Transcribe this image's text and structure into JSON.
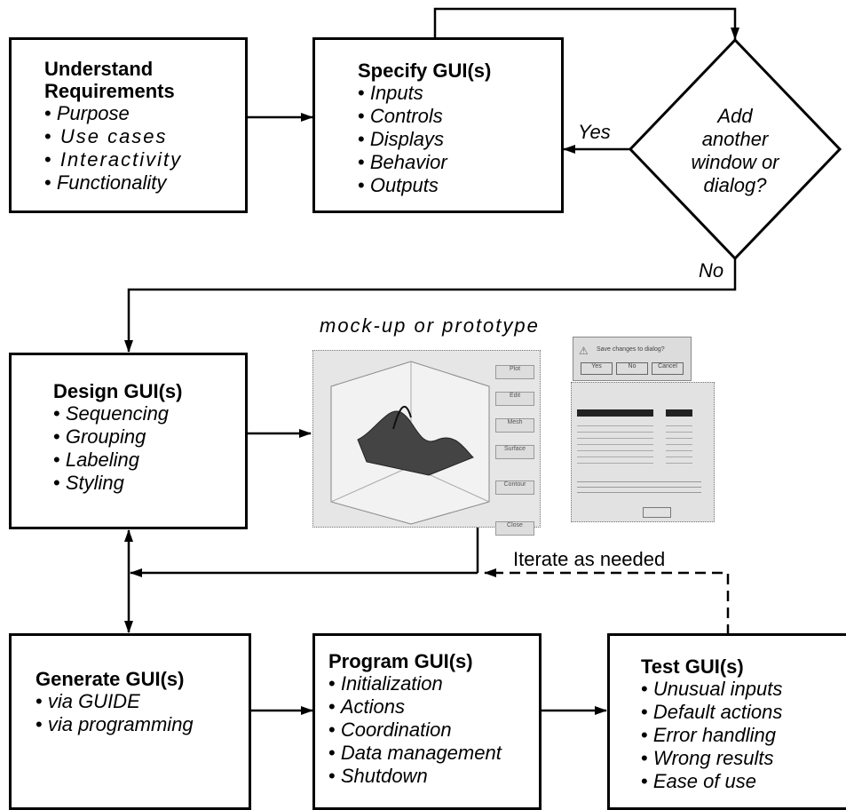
{
  "boxes": {
    "understand": {
      "title_line1": "Understand",
      "title_line2": "Requirements",
      "items": [
        "Purpose",
        "Use cases",
        "Interactivity",
        "Functionality"
      ]
    },
    "specify": {
      "title": "Specify GUI(s)",
      "items": [
        "Inputs",
        "Controls",
        "Displays",
        "Behavior",
        "Outputs"
      ]
    },
    "design": {
      "title": "Design GUI(s)",
      "items": [
        "Sequencing",
        "Grouping",
        "Labeling",
        "Styling"
      ]
    },
    "generate": {
      "title": "Generate GUI(s)",
      "items": [
        "via GUIDE",
        "via programming"
      ]
    },
    "program": {
      "title": "Program GUI(s)",
      "items": [
        "Initialization",
        "Actions",
        "Coordination",
        "Data management",
        "Shutdown"
      ]
    },
    "test": {
      "title": "Test GUI(s)",
      "items": [
        "Unusual inputs",
        "Default actions",
        "Error handling",
        "Wrong results",
        "Ease of use"
      ]
    }
  },
  "decision": {
    "lines": [
      "Add",
      "another",
      "window or",
      "dialog?"
    ],
    "yes_label": "Yes",
    "no_label": "No"
  },
  "mockup": {
    "caption": "mock-up or prototype",
    "dialog_text": "Save changes to dialog?",
    "dialog_buttons": [
      "Yes",
      "No",
      "Cancel"
    ],
    "left_buttons": [
      "Plot",
      "Edit",
      "Mesh",
      "Surface",
      "Contour",
      "Close"
    ]
  },
  "iterate_label": "Iterate as needed"
}
